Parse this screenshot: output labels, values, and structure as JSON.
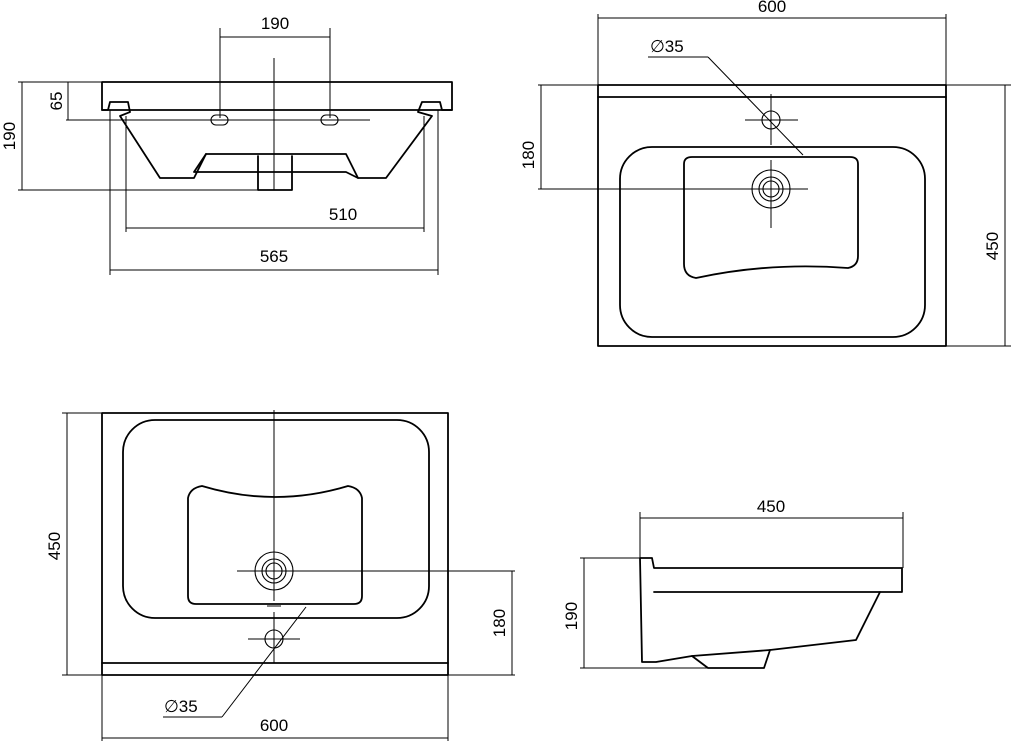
{
  "views": {
    "front": {
      "dim_top": "190",
      "dim_left_small": "65",
      "dim_left_height": "190",
      "dim_inner_width": "510",
      "dim_total_width": "565"
    },
    "top_right": {
      "dim_width": "600",
      "dim_hole": "∅35",
      "dim_left": "180",
      "dim_right": "450"
    },
    "top_left": {
      "dim_left": "450",
      "dim_right": "180",
      "dim_hole": "∅35",
      "dim_bottom": "600"
    },
    "side": {
      "dim_top": "450",
      "dim_left": "190"
    }
  }
}
